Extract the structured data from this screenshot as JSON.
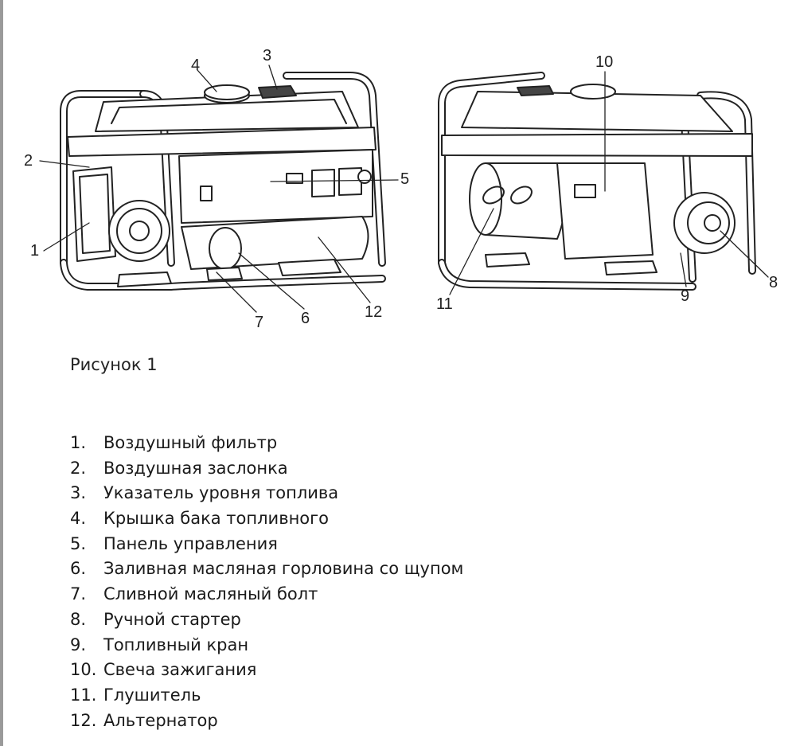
{
  "figure": {
    "callouts": [
      {
        "n": "1"
      },
      {
        "n": "2"
      },
      {
        "n": "3"
      },
      {
        "n": "4"
      },
      {
        "n": "5"
      },
      {
        "n": "6"
      },
      {
        "n": "7"
      },
      {
        "n": "8"
      },
      {
        "n": "9"
      },
      {
        "n": "10"
      },
      {
        "n": "11"
      },
      {
        "n": "12"
      }
    ],
    "caption": "Рисунок 1"
  },
  "legend": [
    {
      "num": "1.",
      "text": "Воздушный фильтр"
    },
    {
      "num": "2.",
      "text": "Воздушная заслонка"
    },
    {
      "num": "3.",
      "text": "Указатель уровня топлива"
    },
    {
      "num": "4.",
      "text": "Крышка бака топливного"
    },
    {
      "num": "5.",
      "text": "Панель управления"
    },
    {
      "num": "6.",
      "text": "Заливная масляная горловина со щупом"
    },
    {
      "num": "7.",
      "text": "Сливной масляный болт"
    },
    {
      "num": "8.",
      "text": "Ручной стартер"
    },
    {
      "num": "9.",
      "text": "Топливный кран"
    },
    {
      "num": "10.",
      "text": "Свеча зажигания"
    },
    {
      "num": "11.",
      "text": "Глушитель"
    },
    {
      "num": "12.",
      "text": "Альтернатор"
    }
  ]
}
